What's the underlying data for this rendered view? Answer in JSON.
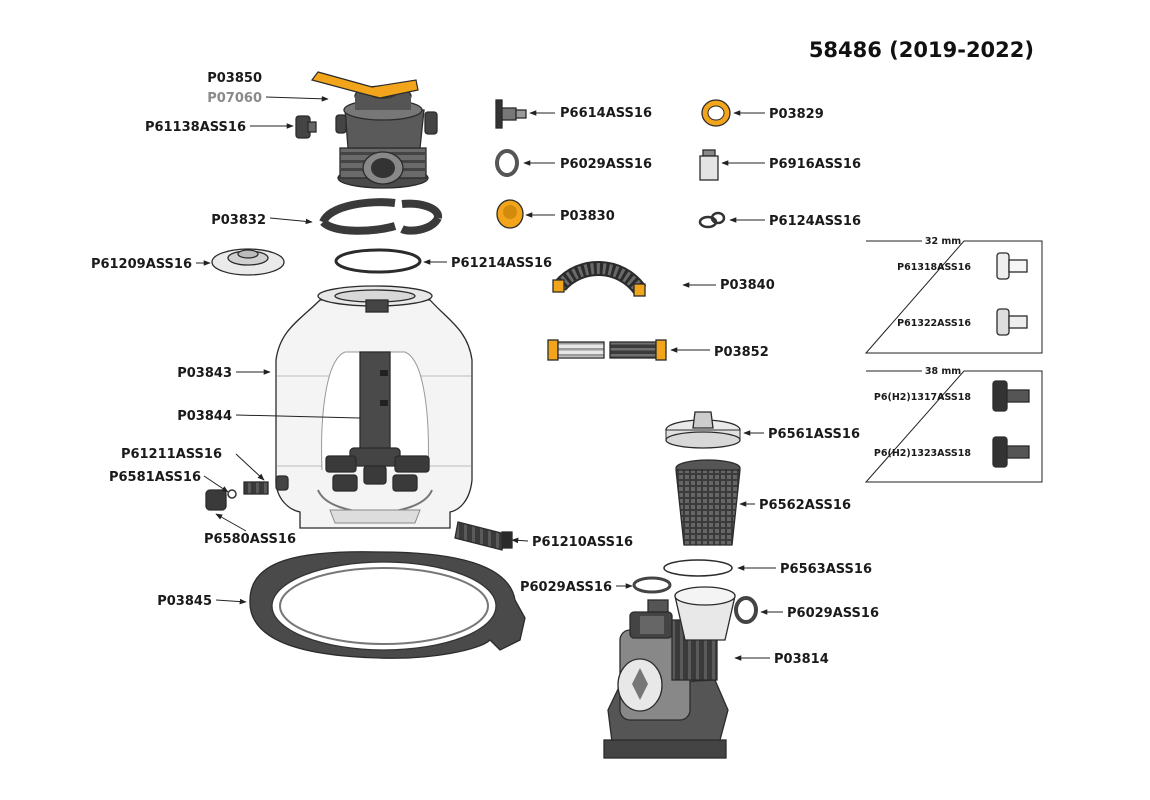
{
  "title": "58486 (2019-2022)",
  "colors": {
    "accent": "#f2a51a",
    "dark": "#3a3a3a",
    "mid": "#6a6a6a",
    "light": "#e8e8e8",
    "tank": "#f4f4f4"
  },
  "labels": {
    "p03850": "P03850",
    "p07060": "P07060",
    "p61138": "P61138ASS16",
    "p03832": "P03832",
    "p61209": "P61209ASS16",
    "p61214": "P61214ASS16",
    "p03843": "P03843",
    "p03844": "P03844",
    "p61211": "P61211ASS16",
    "p6581": "P6581ASS16",
    "p6580": "P6580ASS16",
    "p03845": "P03845",
    "p61210": "P61210ASS16",
    "p6614": "P6614ASS16",
    "p6029a": "P6029ASS16",
    "p03830": "P03830",
    "p03829": "P03829",
    "p6916": "P6916ASS16",
    "p6124": "P6124ASS16",
    "p03840": "P03840",
    "p03852": "P03852",
    "p6561": "P6561ASS16",
    "p6562": "P6562ASS16",
    "p6563": "P6563ASS16",
    "p6029b": "P6029ASS16",
    "p6029c": "P6029ASS16",
    "p03814": "P03814"
  },
  "box32": {
    "heading": "32 mm",
    "item1": "P61318ASS16",
    "item2": "P61322ASS16"
  },
  "box38": {
    "heading": "38 mm",
    "item1": "P6(H2)1317ASS18",
    "item2": "P6(H2)1323ASS18"
  }
}
